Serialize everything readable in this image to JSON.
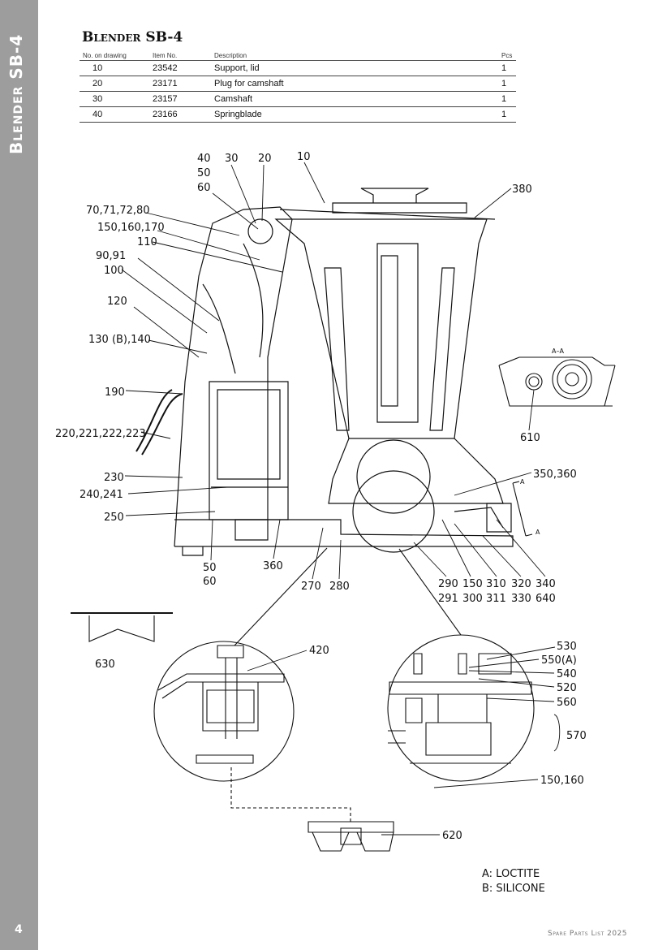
{
  "side_title": "Blender SB-4",
  "title": "Blender SB-4",
  "page_number": "4",
  "footer": "Spare Parts List 2025",
  "table": {
    "headers": [
      "No. on drawing",
      "Item No.",
      "Description",
      "Pcs"
    ],
    "rows": [
      [
        "10",
        "23542",
        "Support, lid",
        "1"
      ],
      [
        "20",
        "23171",
        "Plug for camshaft",
        "1"
      ],
      [
        "30",
        "23157",
        "Camshaft",
        "1"
      ],
      [
        "40",
        "23166",
        "Springblade",
        "1"
      ]
    ]
  },
  "labels": {
    "l40": "40",
    "l50a": "50",
    "l60a": "60",
    "l30": "30",
    "l20": "20",
    "l10": "10",
    "l380": "380",
    "l70": "70,71,72,80",
    "l150": "150,160,170",
    "l110": "110",
    "l90": "90,91",
    "l100": "100",
    "l120": "120",
    "l130": "130 (B),140",
    "l190": "190",
    "l220": "220,221,222,223",
    "l230": "230",
    "l240": "240,241",
    "l250": "250",
    "l50b": "50",
    "l60b": "60",
    "l360": "360",
    "l270": "270",
    "l280": "280",
    "l290": "290",
    "l291": "291",
    "l150b": "150",
    "l300": "300",
    "l310": "310",
    "l311": "311",
    "l320": "320",
    "l330": "330",
    "l340": "340",
    "l640": "640",
    "l350": "350,360",
    "l610": "610",
    "laa": "A–A",
    "la1": "A",
    "la2": "A",
    "l630": "630",
    "l420": "420",
    "l530": "530",
    "l550": "550(A)",
    "l540": "540",
    "l520": "520",
    "l560": "560",
    "l570": "570",
    "l150c": "150,160",
    "l620": "620"
  },
  "notes": [
    "A: LOCTITE",
    "B: SILICONE"
  ]
}
